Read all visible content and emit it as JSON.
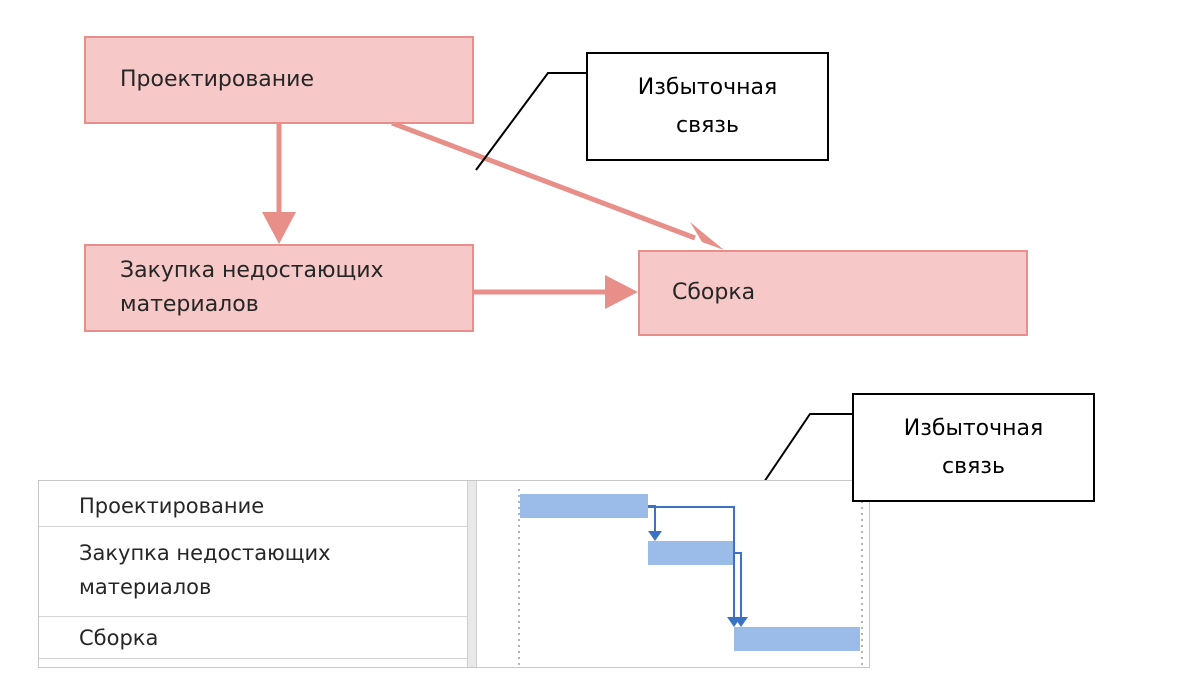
{
  "network": {
    "nodes": [
      {
        "id": "design",
        "lines": [
          "Проектирование"
        ]
      },
      {
        "id": "purchase",
        "lines": [
          "Закупка недостающих",
          "материалов"
        ]
      },
      {
        "id": "assembly",
        "lines": [
          "Сборка"
        ]
      }
    ],
    "callout": {
      "lines": [
        "Избыточная",
        "связь"
      ]
    }
  },
  "gantt": {
    "rows": [
      {
        "lines": [
          "Проектирование"
        ]
      },
      {
        "lines": [
          "Закупка недостающих",
          "материалов"
        ]
      },
      {
        "lines": [
          "Сборка"
        ]
      }
    ],
    "callout": {
      "lines": [
        "Избыточная",
        "связь"
      ]
    }
  },
  "colors": {
    "node_fill": "#f6c8c8",
    "node_border": "#e88f8a",
    "arrow": "#e88f8a",
    "bar": "#9bbbe8",
    "link": "#3a73c4"
  }
}
